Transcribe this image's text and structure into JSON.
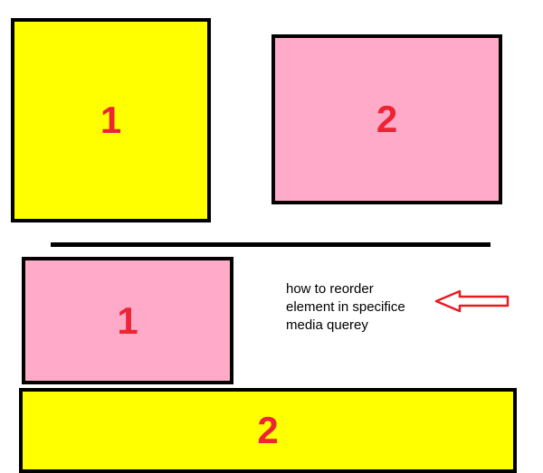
{
  "colors": {
    "yellow": "#ffff00",
    "pink": "#ffaac9",
    "label": "#ec2433",
    "border": "#000000",
    "arrow": "#e51c24"
  },
  "top_row": {
    "box1_label": "1",
    "box2_label": "2"
  },
  "bottom_row": {
    "box1_label": "1",
    "box2_label": "2"
  },
  "note": {
    "line1": "how to reorder",
    "line2": "element in specifice",
    "line3": "media querey"
  },
  "arrow_icon": "left-arrow-icon"
}
